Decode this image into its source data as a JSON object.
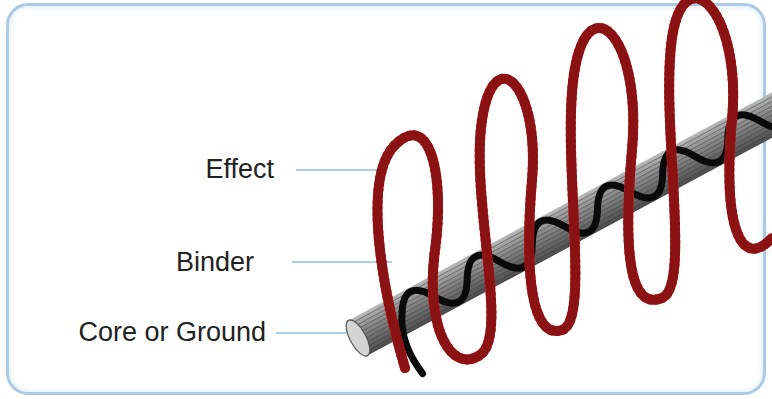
{
  "diagram": {
    "labels": [
      "Effect",
      "Binder",
      "Core or Ground"
    ]
  }
}
